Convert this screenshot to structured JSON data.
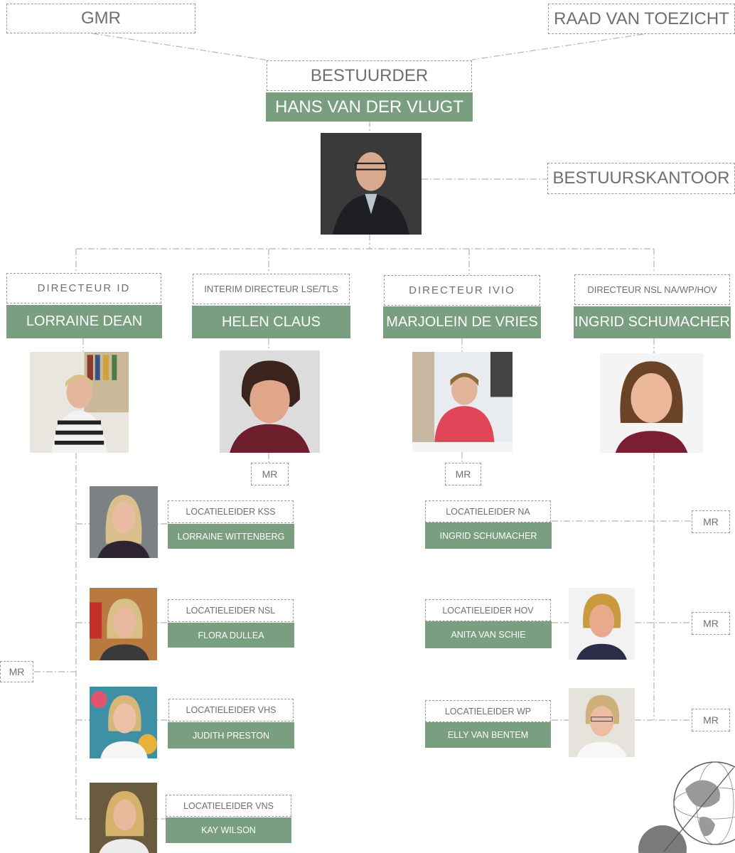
{
  "top": {
    "gmr": "GMR",
    "raad": "RAAD VAN TOEZICHT",
    "bestuurder_title": "BESTUURDER",
    "bestuurder_name": "HANS VAN DER VLUGT",
    "bestuurskantoor": "BESTUURSKANTOOR"
  },
  "directors": [
    {
      "title": "DIRECTEUR ID",
      "name": "LORRAINE DEAN"
    },
    {
      "title": "INTERIM DIRECTEUR LSE/TLS",
      "name": "HELEN CLAUS"
    },
    {
      "title": "DIRECTEUR IVIO",
      "name": "MARJOLEIN DE VRIES"
    },
    {
      "title": "DIRECTEUR NSL NA/WP/HOV",
      "name": "INGRID SCHUMACHER"
    }
  ],
  "mr_label": "MR",
  "left_leaders": [
    {
      "title": "LOCATIELEIDER  KSS",
      "name": "LORRAINE WITTENBERG"
    },
    {
      "title": "LOCATIELEIDER NSL",
      "name": "FLORA DULLEA"
    },
    {
      "title": "LOCATIELEIDER VHS",
      "name": "JUDITH PRESTON"
    },
    {
      "title": "LOCATIELEIDER VNS",
      "name": "KAY WILSON"
    }
  ],
  "right_leaders": [
    {
      "title": "LOCATIELEIDER NA",
      "name": "INGRID SCHUMACHER"
    },
    {
      "title": "LOCATIELEIDER HOV",
      "name": "ANITA VAN SCHIE"
    },
    {
      "title": "LOCATIELEIDER WP",
      "name": "ELLY VAN BENTEM"
    }
  ],
  "colors": {
    "accent_green": "#7a9e80",
    "border_grey": "#9a9a9a",
    "text_grey": "#6f6f6f"
  },
  "icons": [
    "globe-icon"
  ]
}
